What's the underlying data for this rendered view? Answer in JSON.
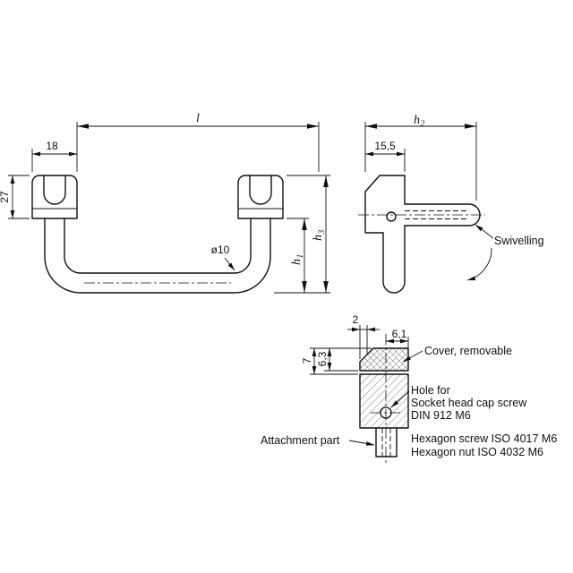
{
  "drawing": {
    "front": {
      "dim_l": "l",
      "dim_18": "18",
      "dim_27": "27",
      "dim_dia": "ø10",
      "h1_base": "h",
      "h1_sub": "1",
      "h3_base": "h",
      "h3_sub": "3"
    },
    "side": {
      "h2_base": "h",
      "h2_sub": "2",
      "dim_155": "15,5",
      "swivelling": "Swivelling"
    },
    "detail": {
      "dim_2": "2",
      "dim_61": "6,1",
      "dim_63": "6,3",
      "dim_7": "7",
      "cover": "Cover, removable",
      "hole_line1": "Hole for",
      "hole_line2": "Socket head cap screw",
      "hole_line3": "DIN 912  M6",
      "hole_line4": "Hexagon screw ISO 4017  M6",
      "hole_line5": "Hexagon nut ISO 4032  M6",
      "attachment": "Attachment part"
    }
  }
}
